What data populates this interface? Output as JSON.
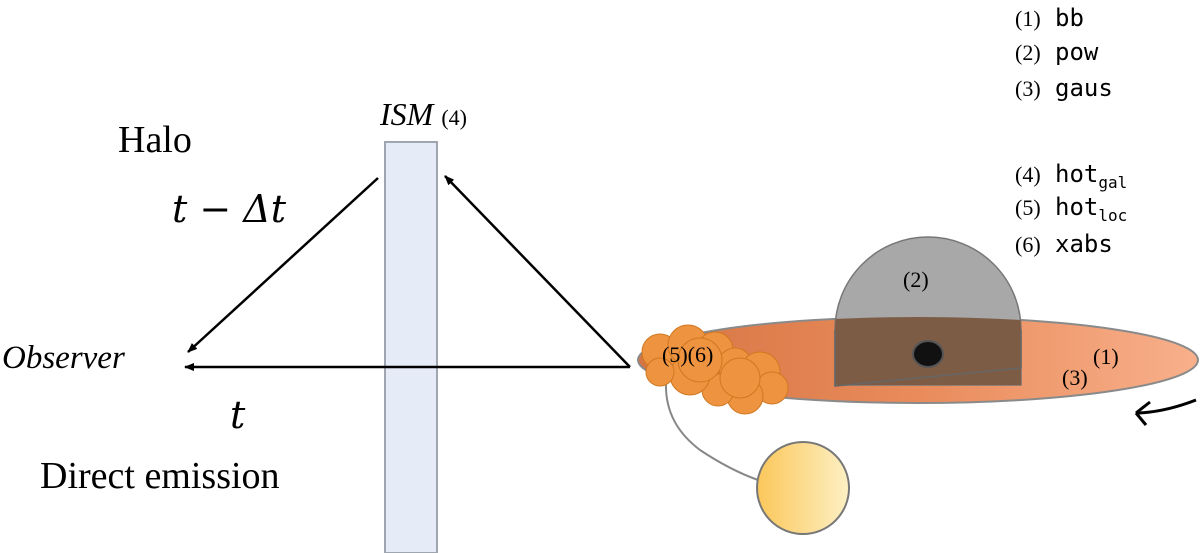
{
  "labels": {
    "halo": "Halo",
    "delayed_time": "t − Δt",
    "observer": "Observer",
    "direct_time": "t",
    "direct_emission": "Direct emission",
    "ism": "ISM",
    "ism_num": "(4)",
    "powerlaw_num": "(2)",
    "clouds_num": "(5)(6)",
    "disk_num_3": "(3)",
    "disk_num_1": "(1)"
  },
  "legend": [
    {
      "num": "(1)",
      "name": "bb",
      "sub": ""
    },
    {
      "num": "(2)",
      "name": "pow",
      "sub": ""
    },
    {
      "num": "(3)",
      "name": "gaus",
      "sub": ""
    },
    {
      "num": "(4)",
      "name": "hot",
      "sub": "gal"
    },
    {
      "num": "(5)",
      "name": "hot",
      "sub": "loc"
    },
    {
      "num": "(6)",
      "name": "xabs",
      "sub": ""
    }
  ],
  "colors": {
    "ism_fill": "#e6ecf7",
    "ism_stroke": "#a0a6b0",
    "disk_light": "#f6a77c",
    "disk_dark": "#d97949",
    "cloud": "#ee9340",
    "corona": "#a9a9a9",
    "corona_overlap": "#7a5a45",
    "companion_light": "#fdebb0",
    "companion_dark": "#fbc95e",
    "black_hole": "#111111"
  }
}
